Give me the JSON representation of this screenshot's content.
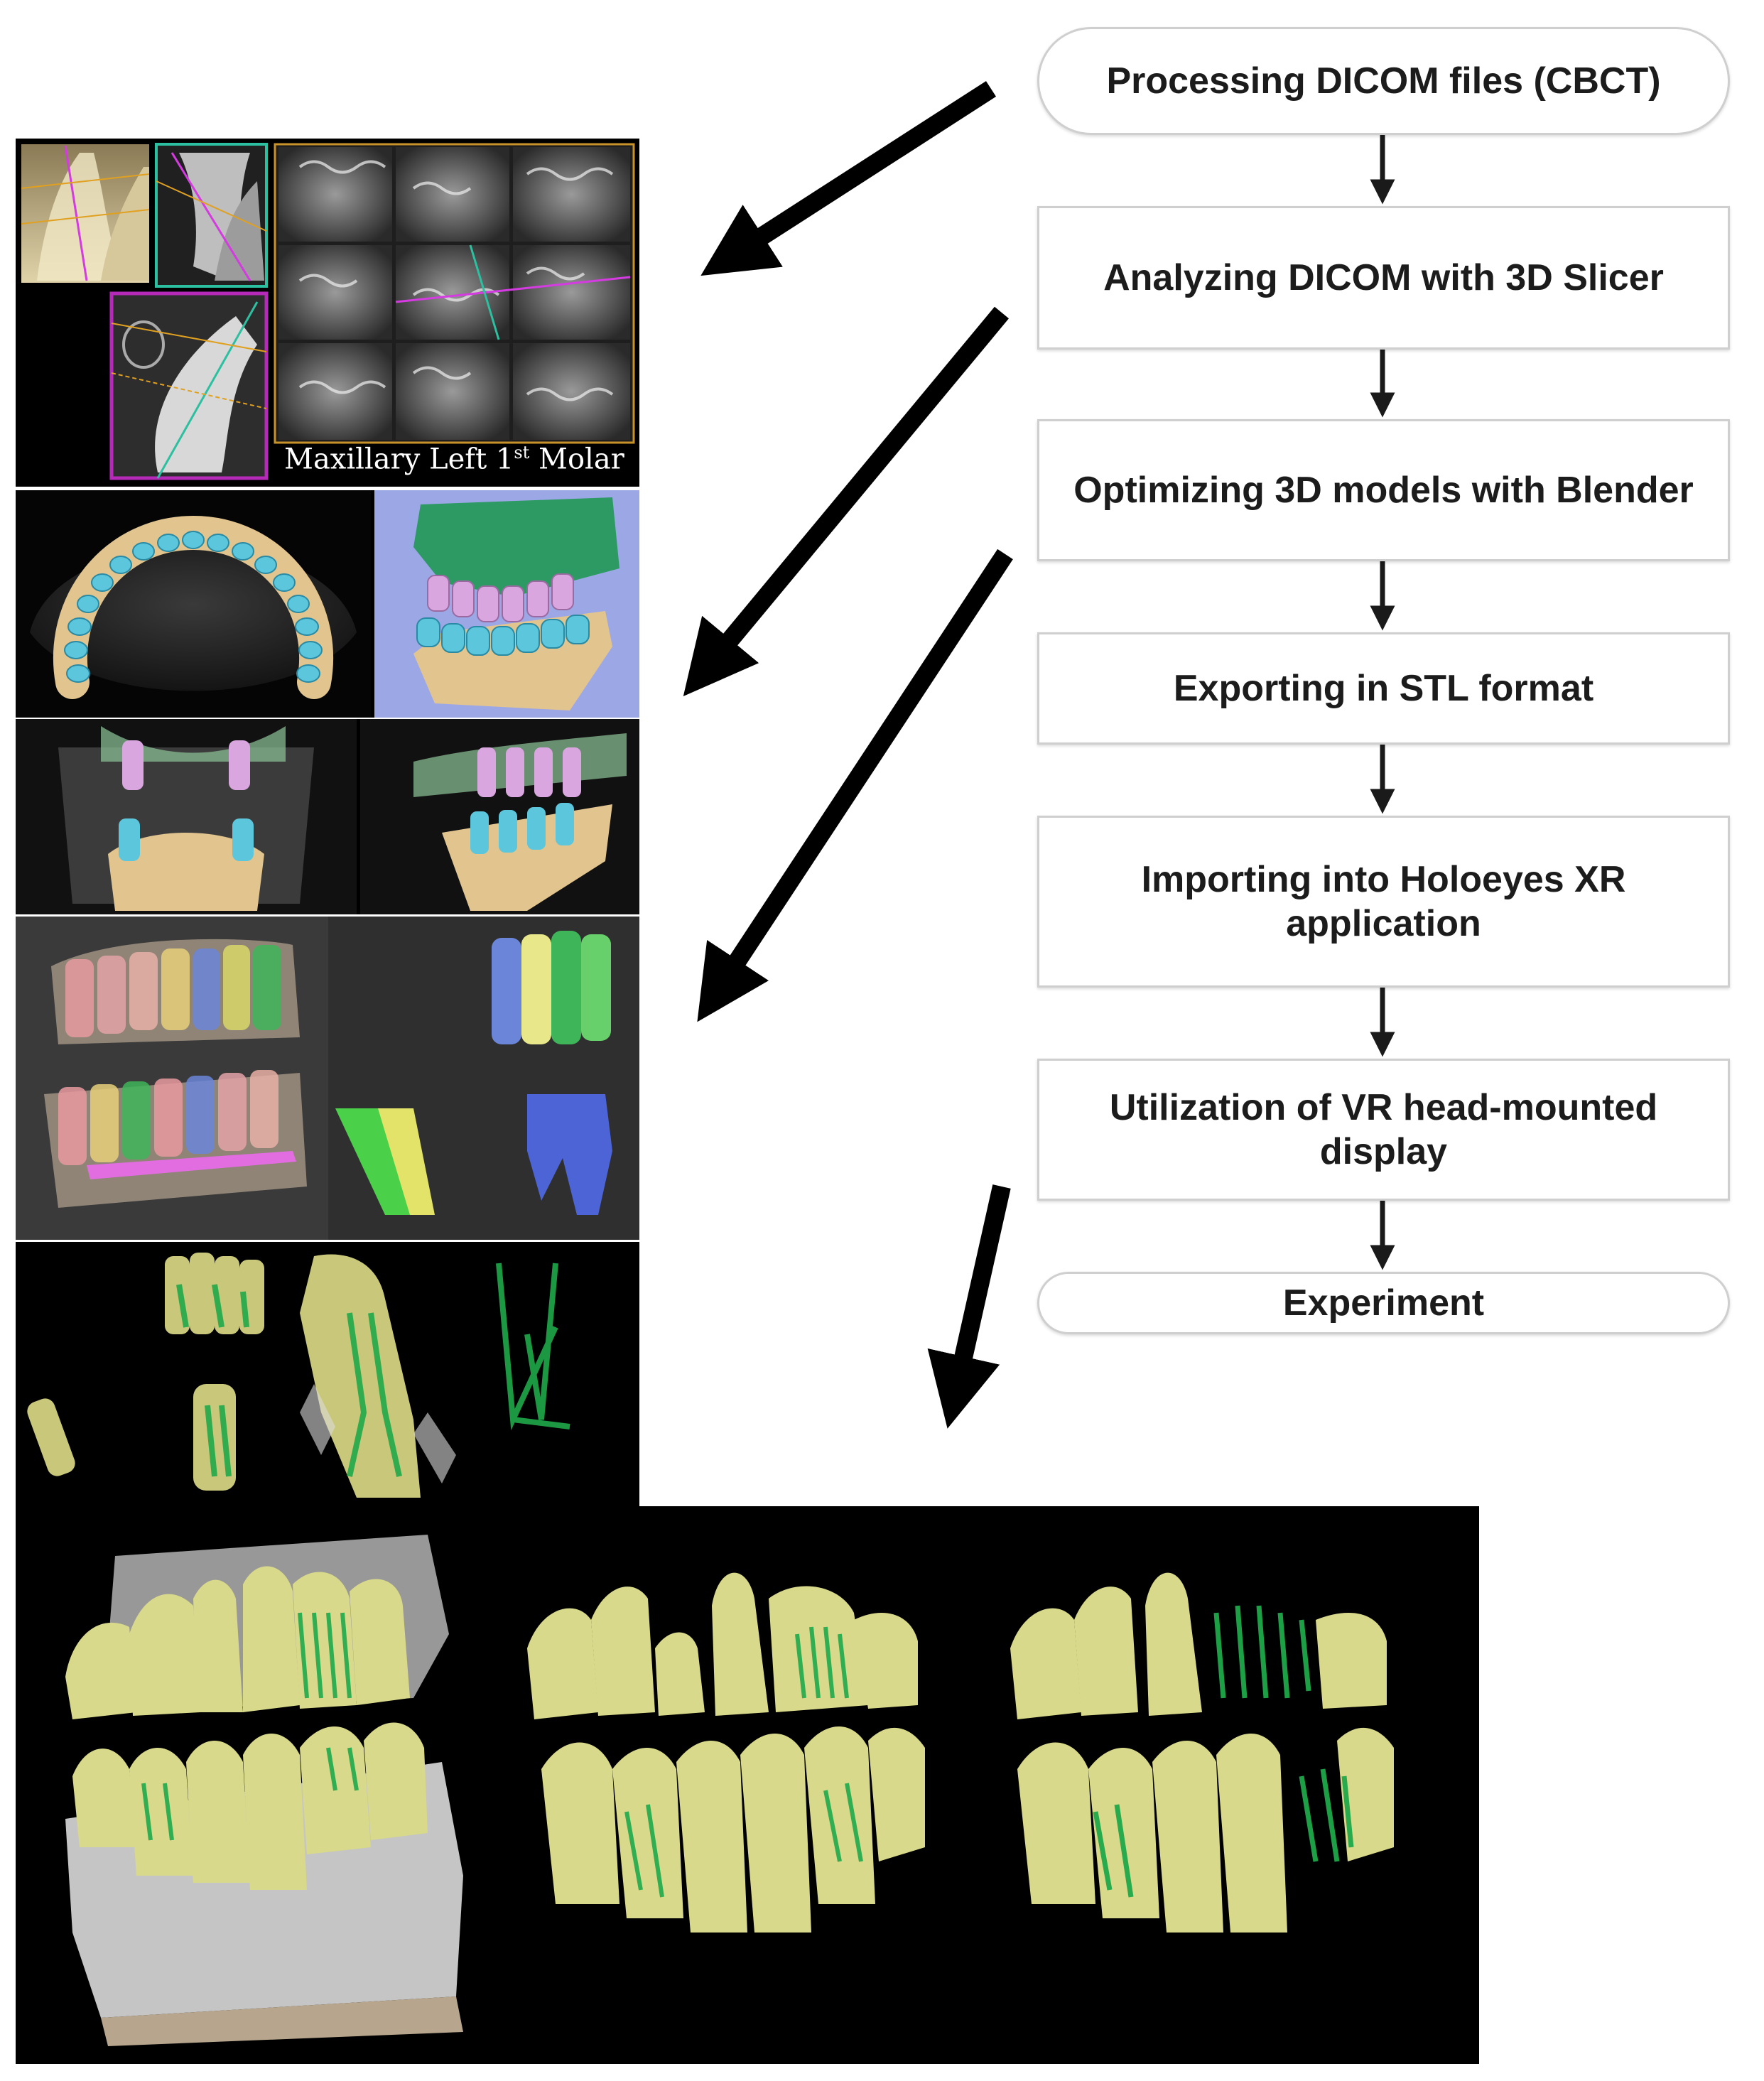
{
  "flowchart": {
    "steps": [
      {
        "label": "Processing DICOM files (CBCT)",
        "shape": "pill"
      },
      {
        "label": "Analyzing DICOM with 3D Slicer",
        "shape": "box"
      },
      {
        "label": "Optimizing 3D models with Blender",
        "shape": "box"
      },
      {
        "label": "Exporting in STL format",
        "shape": "box"
      },
      {
        "label_line1": "Importing into Holoeyes XR",
        "label_line2": "application",
        "shape": "box"
      },
      {
        "label_line1": "Utilization of VR head-mounted",
        "label_line2": "display",
        "shape": "box"
      },
      {
        "label": "Experiment",
        "shape": "pill"
      }
    ]
  },
  "images": {
    "cbct_caption_main": "Maxillary Left 1",
    "cbct_caption_sup": "st",
    "cbct_caption_end": " Molar"
  },
  "colors": {
    "tooth_yellow": "#d8d98a",
    "canal_green": "#1fa84a",
    "tooth_cyan": "#5cc6dd",
    "bone_tan": "#e2c48e",
    "maxilla_green": "#2e9a63",
    "tooth_pink": "#d9a6e0",
    "slicer_bg": "#9ca7e6"
  }
}
